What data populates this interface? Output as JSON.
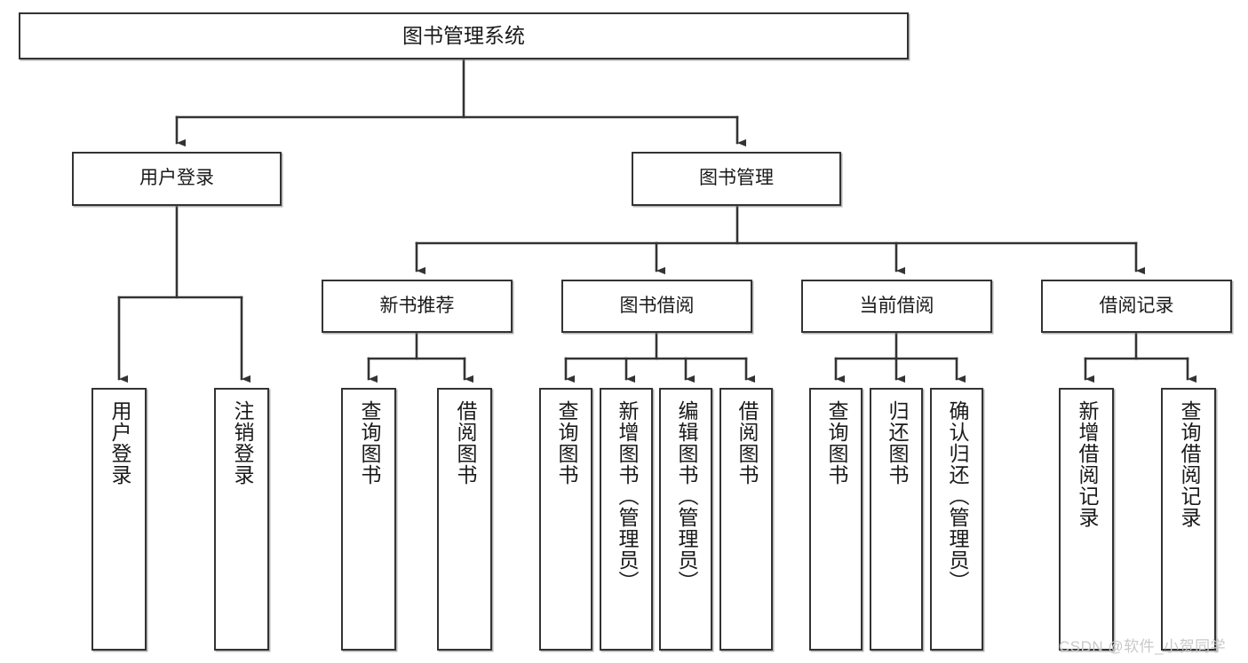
{
  "diagram": {
    "title": "图书管理系统",
    "type": "hierarchy-tree",
    "root": {
      "label": "图书管理系统"
    },
    "tier2": [
      {
        "label": "用户登录"
      },
      {
        "label": "图书管理"
      }
    ],
    "tier3": [
      {
        "label": "新书推荐"
      },
      {
        "label": "图书借阅"
      },
      {
        "label": "当前借阅"
      },
      {
        "label": "借阅记录"
      }
    ],
    "leaves": {
      "user_login": [
        {
          "label": "用户登录"
        },
        {
          "label": "注销登录"
        }
      ],
      "new_book_recommend": [
        {
          "label": "查询图书"
        },
        {
          "label": "借阅图书"
        }
      ],
      "book_borrow": [
        {
          "label": "查询图书"
        },
        {
          "label": "新增图书（管理员）"
        },
        {
          "label": "编辑图书（管理员）"
        },
        {
          "label": "借阅图书"
        }
      ],
      "current_borrow": [
        {
          "label": "查询图书"
        },
        {
          "label": "归还图书"
        },
        {
          "label": "确认归还（管理员）"
        }
      ],
      "borrow_records": [
        {
          "label": "新增借阅记录"
        },
        {
          "label": "查询借阅记录"
        }
      ]
    }
  },
  "watermark": {
    "text": "CSDN @软件_小贺同学"
  },
  "colors": {
    "box_border": "#333333",
    "box_fill": "#ffffff",
    "line": "#333333",
    "text": "#1a1a1a",
    "watermark": "#c9c9c9"
  }
}
